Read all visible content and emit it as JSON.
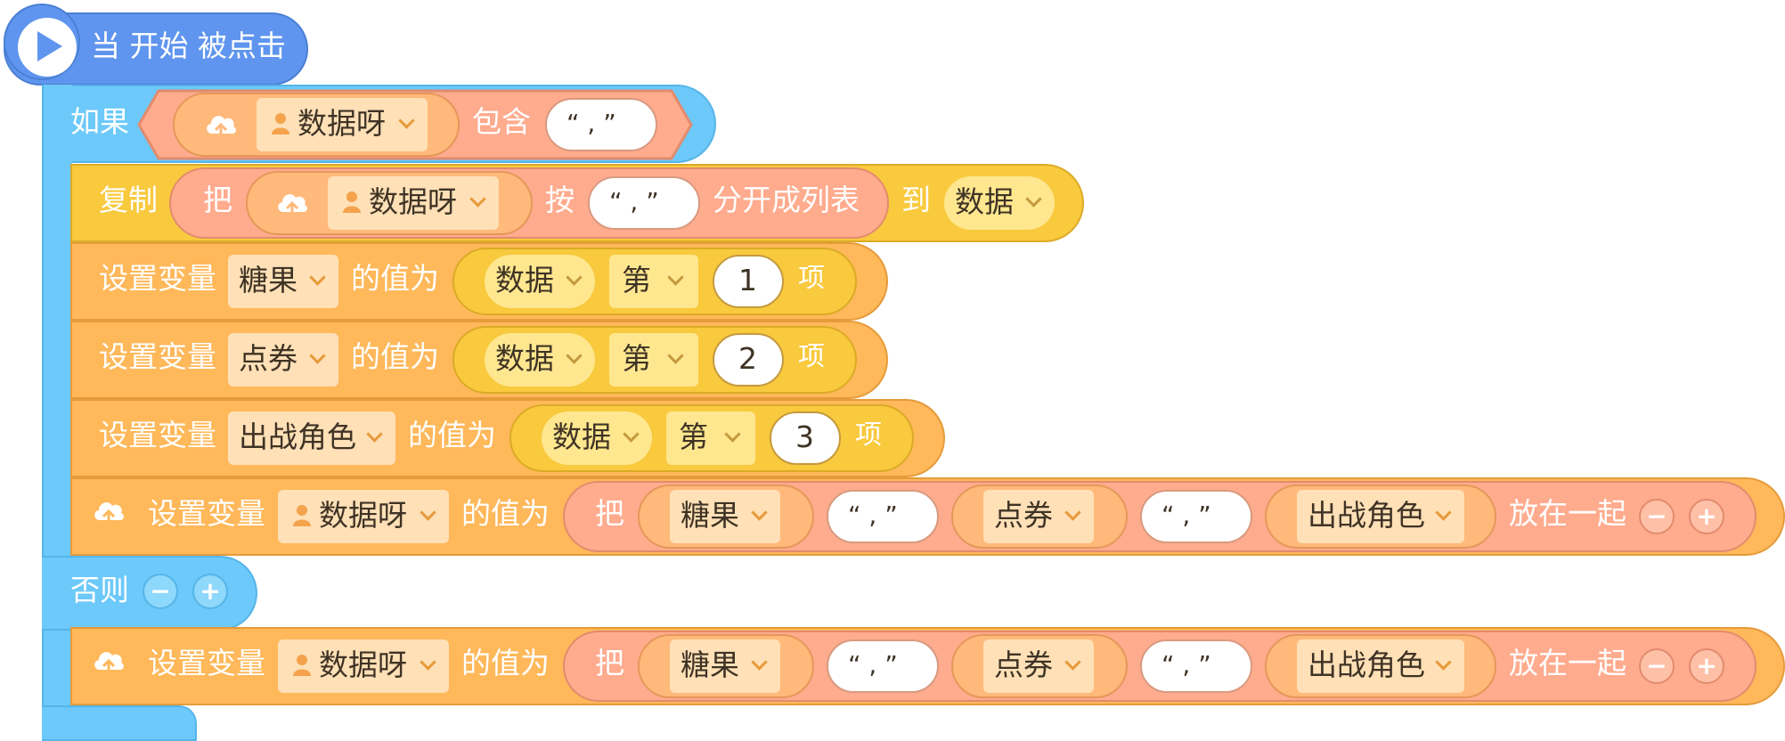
{
  "event": {
    "label": "当 开始 被点击"
  },
  "if_block": {
    "keyword": "如果",
    "condition": {
      "variable": "数据呀",
      "operator": "包含",
      "value": "“ , ”"
    }
  },
  "copy_block": {
    "label": "复制",
    "ba": "把",
    "variable": "数据呀",
    "an": "按",
    "delimiter": "“ , ”",
    "action": "分开成列表",
    "to": "到",
    "target": "数据"
  },
  "set_blocks": [
    {
      "label": "设置变量",
      "variable": "糖果",
      "value_label": "的值为",
      "list": "数据",
      "di": "第",
      "index": "1",
      "xiang": "项"
    },
    {
      "label": "设置变量",
      "variable": "点券",
      "value_label": "的值为",
      "list": "数据",
      "di": "第",
      "index": "2",
      "xiang": "项"
    },
    {
      "label": "设置变量",
      "variable": "出战角色",
      "value_label": "的值为",
      "list": "数据",
      "di": "第",
      "index": "3",
      "xiang": "项"
    }
  ],
  "join_block": {
    "label": "设置变量",
    "variable": "数据呀",
    "value_label": "的值为",
    "ba": "把",
    "item1": "糖果",
    "sep1": "“ , ”",
    "item2": "点券",
    "sep2": "“ , ”",
    "item3": "出战角色",
    "action": "放在一起",
    "minus": "−",
    "plus": "+"
  },
  "else_block": {
    "keyword": "否则",
    "minus": "−",
    "plus": "+"
  },
  "else_join_block": {
    "label": "设置变量",
    "variable": "数据呀",
    "value_label": "的值为",
    "ba": "把",
    "item1": "糖果",
    "sep1": "“ , ”",
    "item2": "点券",
    "sep2": "“ , ”",
    "item3": "出战角色",
    "action": "放在一起",
    "minus": "−",
    "plus": "+"
  },
  "colors": {
    "event": "#5f95ee",
    "control": "#6cc9f9",
    "copy": "#f9c93e",
    "set": "#ffb85a",
    "reporter": "#ffab8e"
  }
}
